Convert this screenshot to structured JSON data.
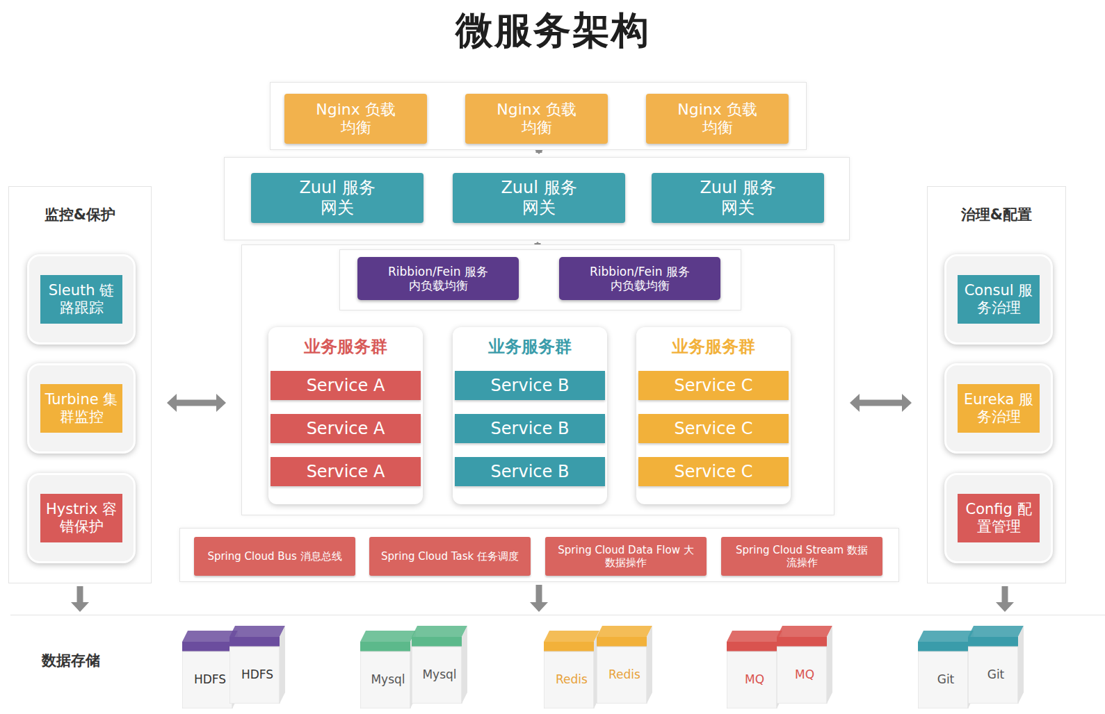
{
  "diagram": {
    "title": "微服务架构",
    "nodes": [
      {
        "text": []
      },
      {
        "text": [
          "Nginx 负载均衡"
        ],
        "in": 0
      },
      {
        "text": [
          "Nginx 负载均衡"
        ],
        "in": 0
      },
      {
        "text": [
          "Nginx 负载均衡"
        ],
        "in": 0
      },
      {
        "text": []
      },
      {
        "text": [
          "Zuul 服务网关"
        ],
        "in": 4
      },
      {
        "text": [
          "Zuul 服务网关"
        ],
        "in": 4
      },
      {
        "text": [
          "Zuul 服务网关"
        ],
        "in": 4
      },
      {
        "text": []
      },
      {
        "text": [],
        "in": 8
      },
      {
        "text": [
          "Ribbion/Fein 服务内负载均衡"
        ],
        "in": 9
      },
      {
        "text": [
          "Ribbion/Fein 服务内负载均衡"
        ],
        "in": 9
      },
      {
        "text": [
          "业务服务群"
        ],
        "in": 8
      },
      {
        "text": [
          "Service A"
        ],
        "in": 12
      },
      {
        "text": [
          "Service A"
        ],
        "in": 12
      },
      {
        "text": [
          "Service A"
        ],
        "in": 12
      },
      {
        "text": [
          "业务服务群"
        ],
        "in": 8
      },
      {
        "text": [
          "Service B"
        ],
        "in": 16
      },
      {
        "text": [
          "Service B"
        ],
        "in": 16
      },
      {
        "text": [
          "Service B"
        ],
        "in": 16
      },
      {
        "text": [
          "业务服务群"
        ],
        "in": 8
      },
      {
        "text": [
          "Service C"
        ],
        "in": 20
      },
      {
        "text": [
          "Service C"
        ],
        "in": 20
      },
      {
        "text": [
          "Service C"
        ],
        "in": 20
      },
      {
        "text": []
      },
      {
        "text": [
          "Spring Cloud Bus 消息总线"
        ],
        "in": 24
      },
      {
        "text": [
          "Spring Cloud Task 任务调度"
        ],
        "in": 24
      },
      {
        "text": [
          "Spring Cloud Data Flow 大数据操作"
        ],
        "in": 24
      },
      {
        "text": [
          "Spring Cloud Stream 数据流操作"
        ],
        "in": 24
      },
      {
        "text": [
          "监控&保护"
        ]
      },
      {
        "text": [
          "Sleuth 链路跟踪"
        ],
        "in": 29
      },
      {
        "text": [
          "Turbine 集群监控"
        ],
        "in": 29
      },
      {
        "text": [
          "Hystrix 容错保护"
        ],
        "in": 29
      },
      {
        "text": [
          "治理&配置"
        ]
      },
      {
        "text": [
          "Consul 服务治理"
        ],
        "in": 33
      },
      {
        "text": [
          "Eureka 服务治理"
        ],
        "in": 33
      },
      {
        "text": [
          "Config 配置管理"
        ],
        "in": 33
      },
      {
        "text": [
          "数据存储"
        ]
      },
      {
        "text": [
          "HDFS"
        ],
        "in": 37
      },
      {
        "text": [
          "HDFS"
        ],
        "in": 37
      },
      {
        "text": [
          "Mysql"
        ],
        "in": 37
      },
      {
        "text": [
          "Mysql"
        ],
        "in": 37
      },
      {
        "text": [
          "Redis"
        ],
        "in": 37
      },
      {
        "text": [
          "Redis"
        ],
        "in": 37
      },
      {
        "text": [
          "MQ"
        ],
        "in": 37
      },
      {
        "text": [
          "MQ"
        ],
        "in": 37
      },
      {
        "text": [
          "Git"
        ],
        "in": 37
      },
      {
        "text": [
          "Git"
        ],
        "in": 37
      }
    ],
    "edges": [
      {
        "from": 0,
        "to": 4,
        "arrow": "to"
      },
      {
        "from": 4,
        "to": 8,
        "arrow": "to"
      },
      {
        "from": 29,
        "to": 8,
        "arrow": "both"
      },
      {
        "from": 8,
        "to": 33,
        "arrow": "both"
      },
      {
        "from": 29,
        "to": 37,
        "arrow": "to"
      },
      {
        "from": 24,
        "to": 37,
        "arrow": "to"
      },
      {
        "from": 33,
        "to": 37,
        "arrow": "to"
      }
    ]
  }
}
